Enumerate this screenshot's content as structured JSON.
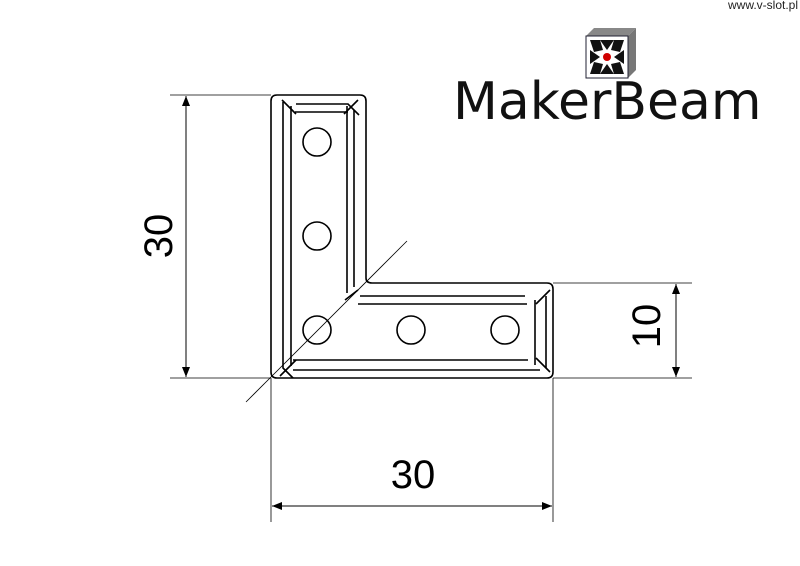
{
  "watermark_url": "www.v-slot.pl",
  "brand": {
    "name": "MakerBeam",
    "accent_color": "#d00000"
  },
  "dimensions": {
    "height": "30",
    "width": "30",
    "arm_width": "10"
  }
}
